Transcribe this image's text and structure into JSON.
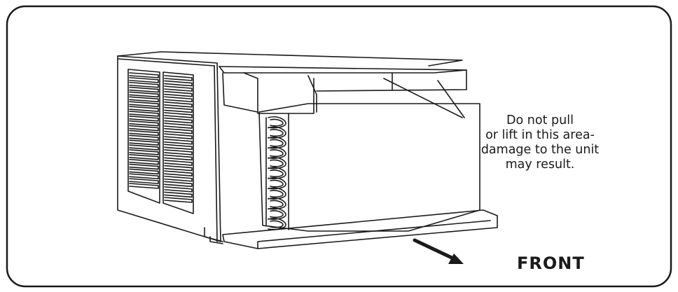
{
  "diagram": {
    "caution_lines": [
      "Do not pull",
      "or lift in this area-",
      "damage to the unit",
      "may result."
    ],
    "direction_label": "FRONT"
  },
  "colors": {
    "line": "#1a1a1a",
    "background": "#ffffff"
  },
  "icons": {
    "direction": "arrow-down-right-icon"
  }
}
